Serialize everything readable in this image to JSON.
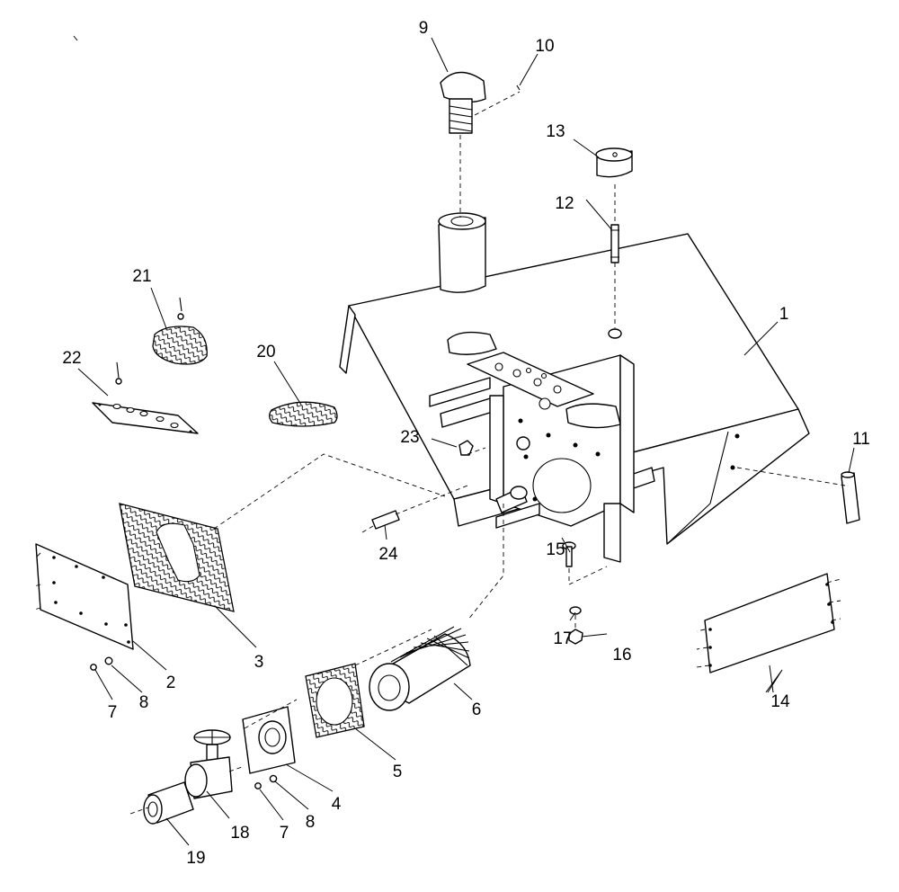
{
  "diagram": {
    "callouts": [
      {
        "id": "c1",
        "label": "1"
      },
      {
        "id": "c2",
        "label": "2"
      },
      {
        "id": "c3",
        "label": "3"
      },
      {
        "id": "c4",
        "label": "4"
      },
      {
        "id": "c5",
        "label": "5"
      },
      {
        "id": "c6",
        "label": "6"
      },
      {
        "id": "c7a",
        "label": "7"
      },
      {
        "id": "c7b",
        "label": "7"
      },
      {
        "id": "c8a",
        "label": "8"
      },
      {
        "id": "c8b",
        "label": "8"
      },
      {
        "id": "c9",
        "label": "9"
      },
      {
        "id": "c10",
        "label": "10"
      },
      {
        "id": "c11",
        "label": "11"
      },
      {
        "id": "c12",
        "label": "12"
      },
      {
        "id": "c13",
        "label": "13"
      },
      {
        "id": "c14",
        "label": "14"
      },
      {
        "id": "c15",
        "label": "15"
      },
      {
        "id": "c16",
        "label": "16"
      },
      {
        "id": "c17",
        "label": "17"
      },
      {
        "id": "c18",
        "label": "18"
      },
      {
        "id": "c19",
        "label": "19"
      },
      {
        "id": "c20",
        "label": "20"
      },
      {
        "id": "c21",
        "label": "21"
      },
      {
        "id": "c22",
        "label": "22"
      },
      {
        "id": "c23",
        "label": "23"
      },
      {
        "id": "c24",
        "label": "24"
      }
    ]
  }
}
